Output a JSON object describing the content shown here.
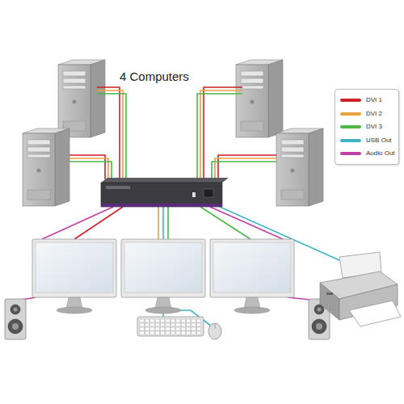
{
  "diagram": {
    "title": "4 Computers",
    "legend": [
      {
        "text": "DVI 1",
        "color": "#cc2229"
      },
      {
        "text": "DVI 2",
        "color": "#e8a33d"
      },
      {
        "text": "DVI 3",
        "color": "#4cb848"
      },
      {
        "text": "USB Out",
        "color": "#3fb4c4"
      },
      {
        "text": "Audio Out",
        "color": "#c23fa6"
      }
    ]
  }
}
